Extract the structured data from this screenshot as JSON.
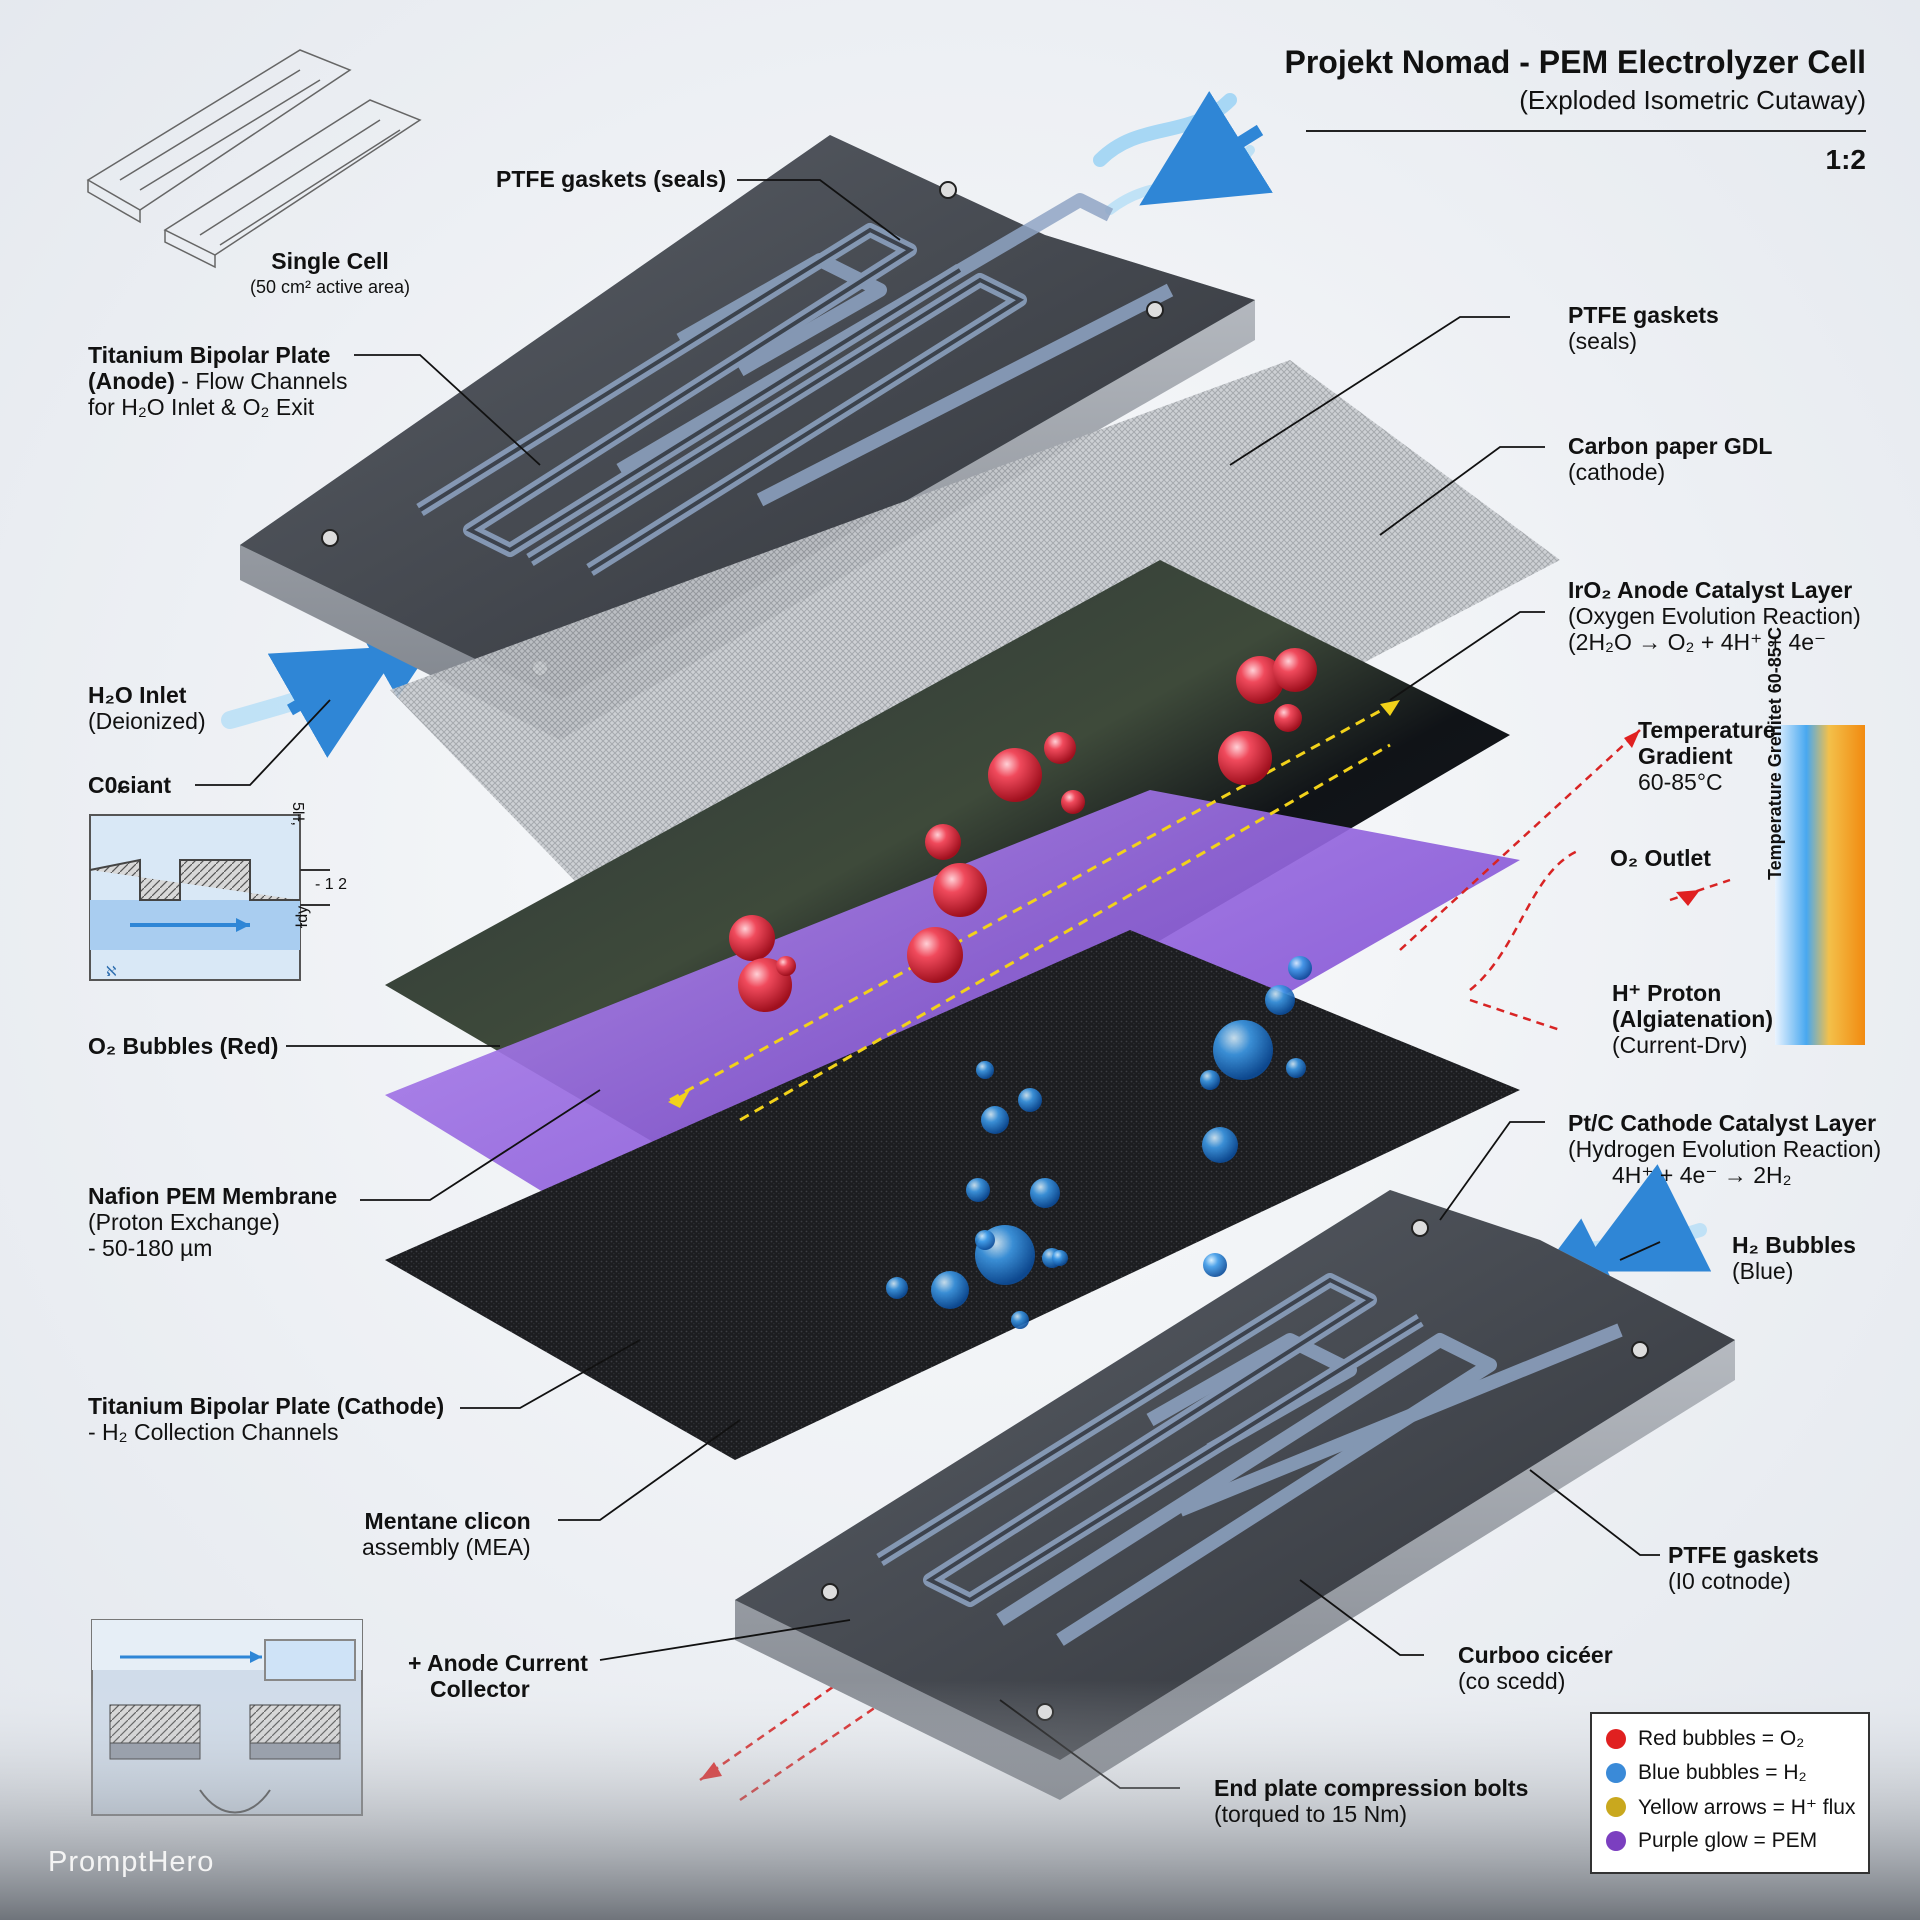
{
  "title": {
    "main": "Projekt Nomad - PEM Electrolyzer Cell",
    "sub": "(Exploded Isometric Cutaway)",
    "scale": "1:2"
  },
  "labels": {
    "single_cell": {
      "bold": "Single Cell",
      "sub": "(50 cm² active area)"
    },
    "ptfe_top": {
      "bold": "PTFE gaskets (seals)"
    },
    "anode_plate": {
      "bold1": "Titanium Bipolar Plate",
      "bold2": "(Anode)",
      "rest": "- Flow Channels",
      "line3": "for H₂O Inlet & O₂ Exit"
    },
    "h2o_inlet": {
      "bold": "H₂O Inlet",
      "sub": "(Deionized)"
    },
    "coolant": {
      "bold": "C0ɕiant"
    },
    "ptfe_right": {
      "bold": "PTFE gaskets",
      "sub": "(seals)"
    },
    "carbon_gdl": {
      "bold": "Carbon paper GDL",
      "sub": "(cathode)"
    },
    "iro2": {
      "bold": "IrO₂ Anode Catalyst Layer",
      "sub": "(Oxygen Evolution Reaction)",
      "eq": "(2H₂O → O₂ + 4H⁺ + 4e⁻"
    },
    "temperature": {
      "bold1": "Temperature",
      "bold2": "Gradient",
      "sub": "60-85°C"
    },
    "o2_outlet": {
      "bold": "O₂ Outlet"
    },
    "h_proton": {
      "bold1": "H⁺ Proton",
      "bold2": "(Algiatenation)",
      "sub": "(Current-Drv)"
    },
    "o2_bubbles": {
      "bold": "O₂ Bubbles (Red)"
    },
    "nafion": {
      "bold": "Nafion PEM Membrane",
      "sub": "(Proton Exchange)",
      "sub2": "- 50-180 µm"
    },
    "ptc": {
      "bold": "Pt/C Cathode Catalyst Layer",
      "sub": "(Hydrogen Evolution Reaction)",
      "eq": "4H⁺ + 4e⁻ → 2H₂"
    },
    "h2_bubbles": {
      "bold": "H₂ Bubbles",
      "sub": "(Blue)"
    },
    "cathode_plate": {
      "bold": "Titanium Bipolar Plate (Cathode)",
      "sub": "- H₂ Collection Channels"
    },
    "mea": {
      "bold": "Mentane clicon",
      "sub": "assembly (MEA)"
    },
    "ptfe_bottom": {
      "bold": "PTFE gaskets",
      "sub": "(I0 cotnode)"
    },
    "anode_collector": {
      "bold1": "+  Anode Current",
      "bold2": "Collector"
    },
    "carbon_cover": {
      "bold": "Curboo cicéer",
      "sub": "(co scedd)"
    },
    "end_plate": {
      "bold": "End plate compression bolts",
      "sub": "(torqued to 15 Nm)"
    },
    "temp_bar": "Temperature Grenitet 60-85°C"
  },
  "detail_marks": {
    "a": "5ŀɫ,",
    "b": "- 1 2",
    "c": "ɫdy",
    "d": "ℵ"
  },
  "legend": [
    {
      "text": "Red bubbles = O₂",
      "color": "#e02020"
    },
    {
      "text": "Blue bubbles = H₂",
      "color": "#3a8ad8"
    },
    {
      "text": "Yellow arrows = H⁺ flux",
      "color": "#c9a81e"
    },
    {
      "text": "Purple glow = PEM",
      "color": "#7b3fc0"
    }
  ],
  "watermark": "PromptHero",
  "colors": {
    "o2": "#d8243a",
    "h2": "#2f86d6",
    "proton": "#f2d21a",
    "pem": "#8b5cd6",
    "plate": "#3c4048"
  }
}
